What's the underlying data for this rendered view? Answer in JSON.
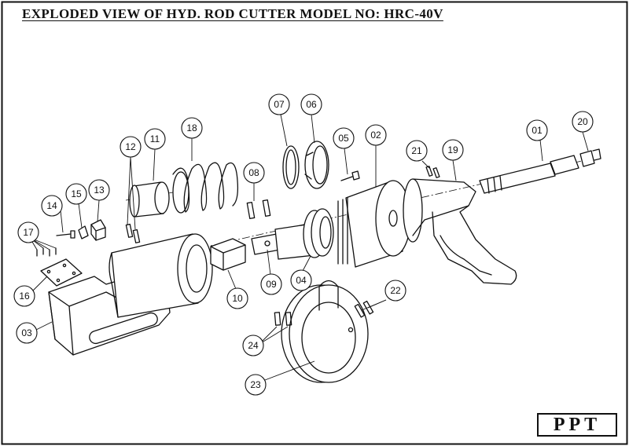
{
  "title": "EXPLODED VIEW OF HYD. ROD CUTTER MODEL NO: HRC-40V",
  "logo": "PPT",
  "callouts": [
    "01",
    "02",
    "03",
    "04",
    "05",
    "06",
    "07",
    "08",
    "09",
    "10",
    "11",
    "12",
    "13",
    "14",
    "15",
    "16",
    "17",
    "18",
    "19",
    "20",
    "21",
    "22",
    "23",
    "24"
  ]
}
